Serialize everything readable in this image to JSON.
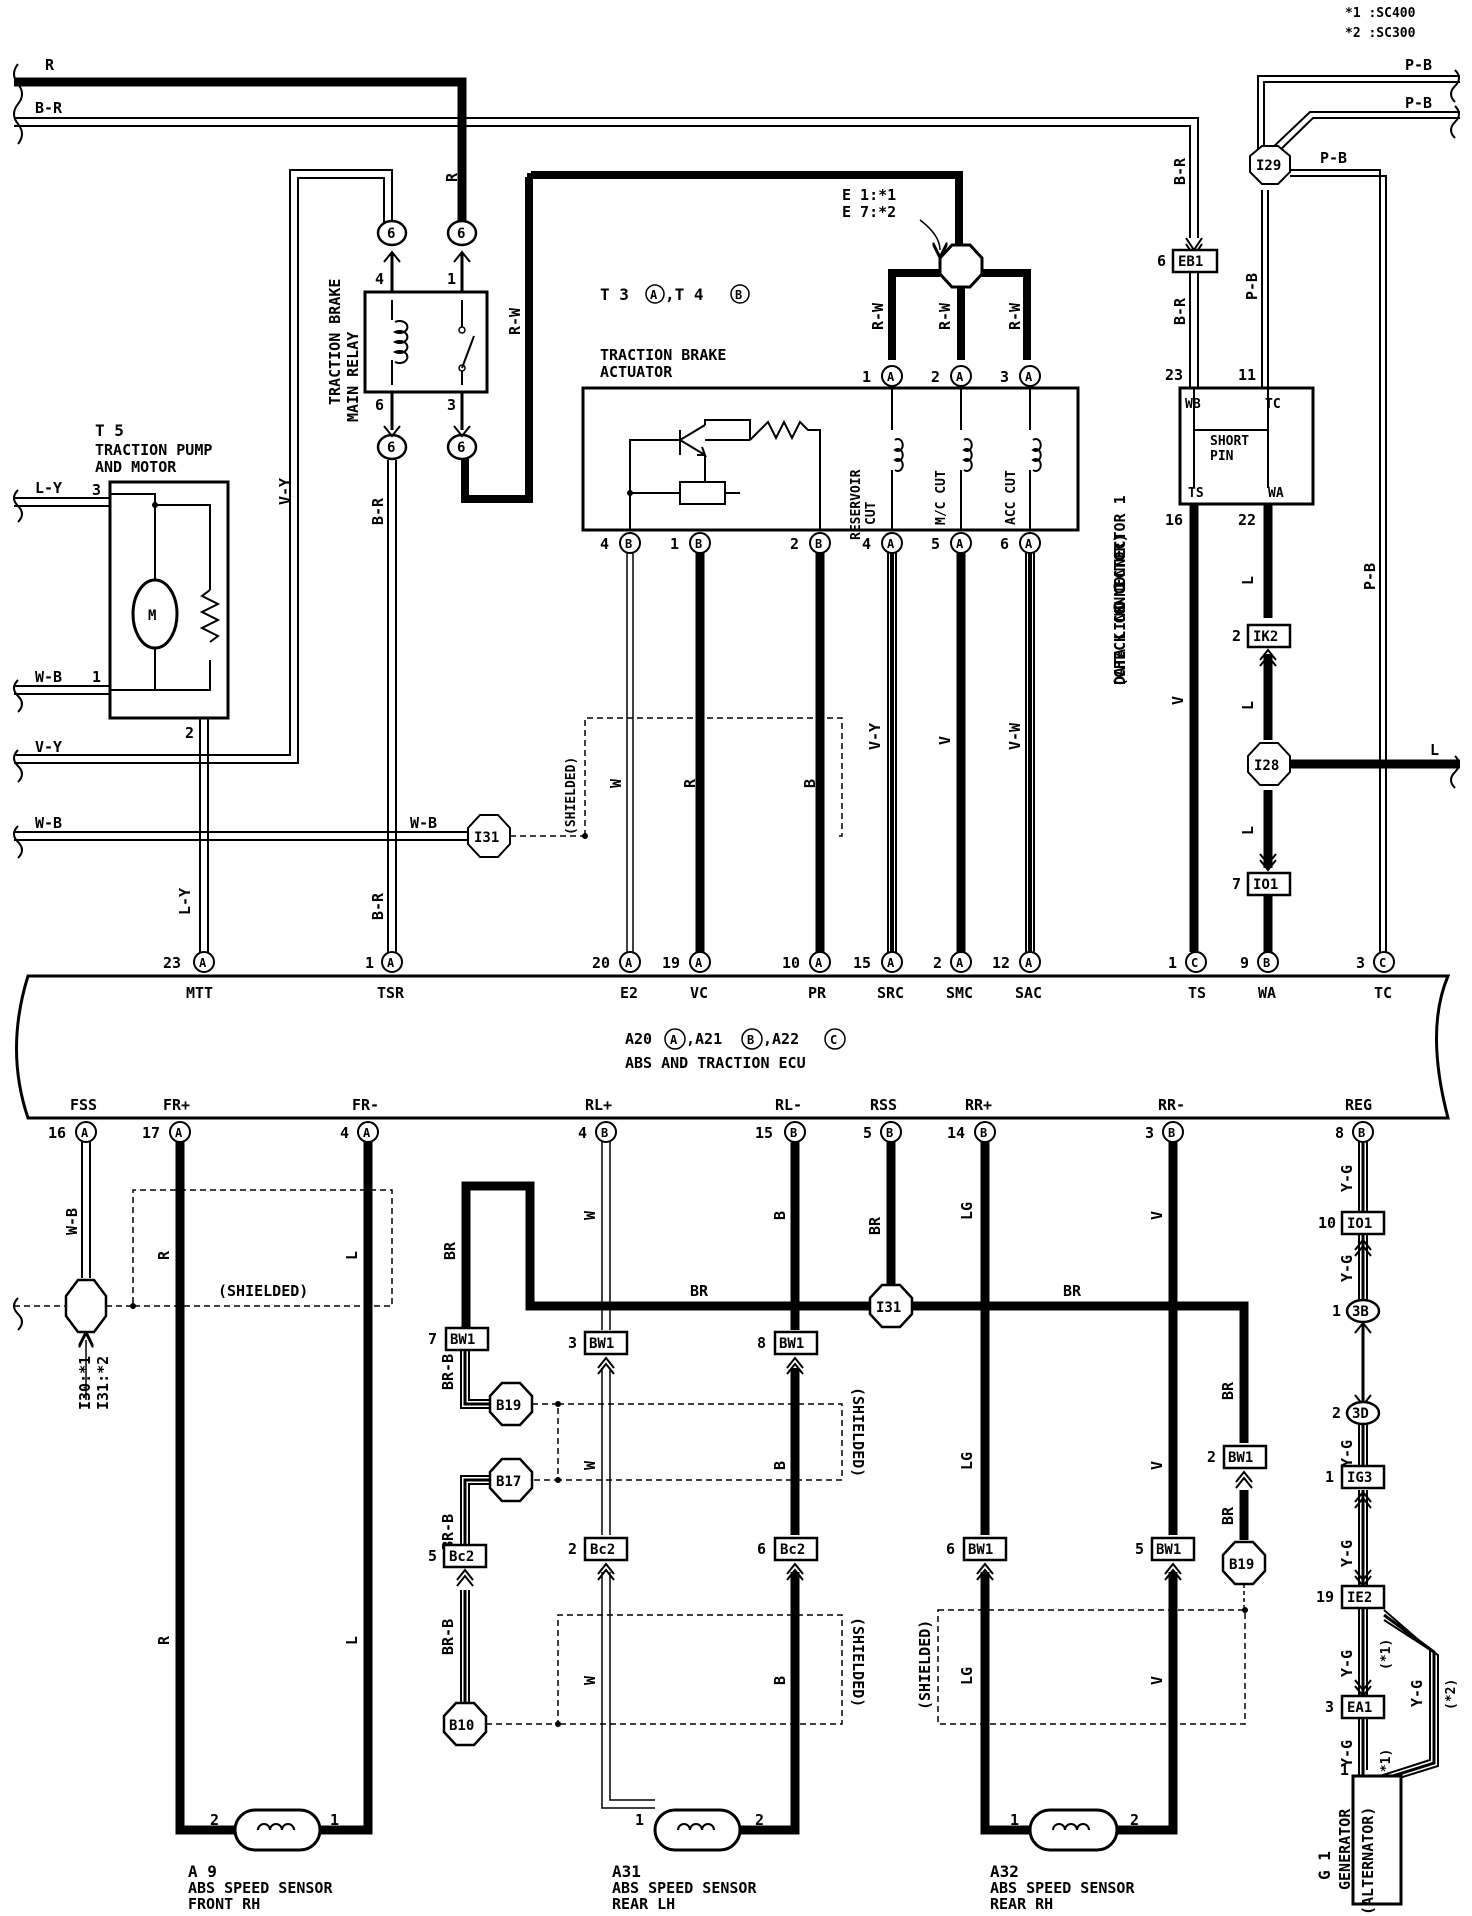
{
  "legend": {
    "line1": "*1 :SC400",
    "line2": "*2 :SC300"
  },
  "top_wires": {
    "r": "R",
    "br": "B-R",
    "pb1": "P-B",
    "pb2": "P-B",
    "pb3": "P-B",
    "pb4": "P-B",
    "vy": "V-Y",
    "rw": "R-W",
    "br2": "B-R",
    "r2": "R"
  },
  "relay": {
    "name": "TRACTION BRAKE",
    "name2": "MAIN RELAY",
    "pin4": "4",
    "pin1": "1",
    "pin6": "6",
    "pin3": "3",
    "conn": "6"
  },
  "pump": {
    "id": "T 5",
    "name1": "TRACTION PUMP",
    "name2": "AND MOTOR",
    "pin3": "3",
    "pin1": "1",
    "pin2": "2",
    "motor": "M",
    "wire_ly": "L-Y",
    "wire_wb": "W-B"
  },
  "left_wires": {
    "vy": "V-Y",
    "wb": "W-B",
    "ly": "L-Y",
    "br": "B-R",
    "wb2": "W-B"
  },
  "actuator": {
    "id": "T 3",
    "conn_a": "A",
    "sep": ",T 4",
    "conn_b": "B",
    "name1": "TRACTION BRAKE",
    "name2": "ACTUATOR",
    "sol1": "RESERVOIR",
    "sol1b": "CUT",
    "sol2": "M/C CUT",
    "sol3": "ACC CUT",
    "top_pins": [
      {
        "n": "1",
        "c": "A"
      },
      {
        "n": "2",
        "c": "A"
      },
      {
        "n": "3",
        "c": "A"
      }
    ],
    "bottom_pins": [
      {
        "n": "4",
        "c": "B"
      },
      {
        "n": "1",
        "c": "B"
      },
      {
        "n": "2",
        "c": "B"
      },
      {
        "n": "4",
        "c": "A"
      },
      {
        "n": "5",
        "c": "A"
      },
      {
        "n": "6",
        "c": "A"
      }
    ]
  },
  "junction_e": {
    "line1": "E 1:*1",
    "line2": "E 7:*2"
  },
  "dlc": {
    "id": "D 1",
    "name1": "DATA LINK CONNECTOR 1",
    "name2": "(CHECK CONNECTOR)",
    "pin23": "23",
    "pin11": "11",
    "pin16": "16",
    "pin22": "22",
    "wb": "WB",
    "tc": "TC",
    "ts": "TS",
    "wa": "WA",
    "short1": "SHORT",
    "short2": "PIN",
    "eb1": "EB1",
    "eb1pin": "6"
  },
  "mid_wires": {
    "shielded": "(SHIELDED)",
    "w": "W",
    "r": "R",
    "b": "B",
    "vy": "V-Y",
    "v": "V",
    "vw": "V-W",
    "v2": "V",
    "l": "L",
    "pb": "P-B",
    "l_right": "L"
  },
  "junctions": {
    "i29": "I29",
    "i28": "I28",
    "i31": "I31",
    "i31b": "I31",
    "ik2": "IK2",
    "ik2pin": "2",
    "io1": "IO1",
    "io1pin": "7"
  },
  "ecu": {
    "title_a": "A20",
    "ca": "A",
    "sep1": ",A21",
    "cb": "B",
    "sep2": ",A22",
    "cc": "C",
    "name": "ABS AND TRACTION ECU",
    "top_terms": [
      {
        "pin": "23",
        "c": "A",
        "label": "MTT"
      },
      {
        "pin": "1",
        "c": "A",
        "label": "TSR"
      },
      {
        "pin": "20",
        "c": "A",
        "label": "E2"
      },
      {
        "pin": "19",
        "c": "A",
        "label": "VC"
      },
      {
        "pin": "10",
        "c": "A",
        "label": "PR"
      },
      {
        "pin": "15",
        "c": "A",
        "label": "SRC"
      },
      {
        "pin": "2",
        "c": "A",
        "label": "SMC"
      },
      {
        "pin": "12",
        "c": "A",
        "label": "SAC"
      },
      {
        "pin": "1",
        "c": "C",
        "label": "TS"
      },
      {
        "pin": "9",
        "c": "B",
        "label": "WA"
      },
      {
        "pin": "3",
        "c": "C",
        "label": "TC"
      }
    ],
    "bottom_terms": [
      {
        "pin": "16",
        "c": "A",
        "label": "FSS"
      },
      {
        "pin": "17",
        "c": "A",
        "label": "FR+"
      },
      {
        "pin": "4",
        "c": "A",
        "label": "FR-"
      },
      {
        "pin": "4",
        "c": "B",
        "label": "RL+"
      },
      {
        "pin": "15",
        "c": "B",
        "label": "RL-"
      },
      {
        "pin": "5",
        "c": "B",
        "label": "RSS"
      },
      {
        "pin": "14",
        "c": "B",
        "label": "RR+"
      },
      {
        "pin": "3",
        "c": "B",
        "label": "RR-"
      },
      {
        "pin": "8",
        "c": "B",
        "label": "REG"
      }
    ]
  },
  "lower": {
    "wb": "W-B",
    "r": "R",
    "l": "L",
    "shielded": "(SHIELDED)",
    "i30": "I30:*1",
    "i31": "I31:*2",
    "br": "BR",
    "w": "W",
    "b": "B",
    "lg": "LG",
    "v": "V",
    "brb": "BR-B",
    "bw1": "BW1",
    "bc2": "Bc2",
    "b19": "B19",
    "b17": "B17",
    "b10": "B10",
    "yg": "Y-G",
    "io1": "IO1",
    "3b": "3B",
    "3d": "3D",
    "ig3": "IG3",
    "ie2": "IE2",
    "ea1": "EA1",
    "star1": "(*1)",
    "star2": "(*2)",
    "p7": "7",
    "p3": "3",
    "p8": "8",
    "p5": "5",
    "p2": "2",
    "p6": "6",
    "p10": "10",
    "p1": "1",
    "p19": "19"
  },
  "sensors": [
    {
      "id": "A 9",
      "name1": "ABS SPEED SENSOR",
      "name2": "FRONT RH",
      "p1": "2",
      "p2": "1"
    },
    {
      "id": "A31",
      "name1": "ABS SPEED SENSOR",
      "name2": "REAR LH",
      "p1": "1",
      "p2": "2"
    },
    {
      "id": "A32",
      "name1": "ABS SPEED SENSOR",
      "name2": "REAR RH",
      "p1": "1",
      "p2": "2"
    }
  ],
  "generator": {
    "id": "G 1",
    "name1": "GENERATOR",
    "name2": "(ALTERNATOR)"
  }
}
